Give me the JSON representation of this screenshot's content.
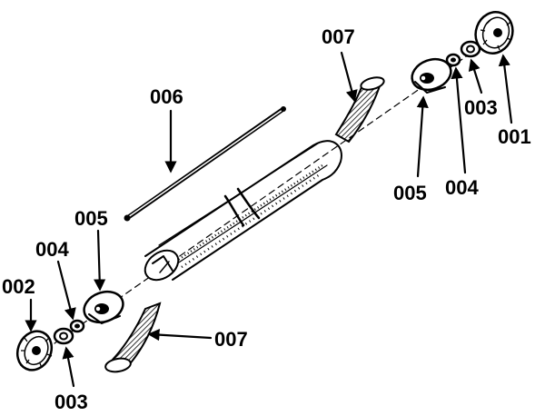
{
  "diagram": {
    "parts": [
      {
        "id": "p001",
        "number": "001"
      },
      {
        "id": "p002",
        "number": "002"
      },
      {
        "id": "p003_top",
        "number": "003"
      },
      {
        "id": "p003_bottom",
        "number": "003"
      },
      {
        "id": "p004_top",
        "number": "004"
      },
      {
        "id": "p004_bottom",
        "number": "004"
      },
      {
        "id": "p005_top",
        "number": "005"
      },
      {
        "id": "p005_bottom",
        "number": "005"
      },
      {
        "id": "p006",
        "number": "006"
      },
      {
        "id": "p007_top",
        "number": "007"
      },
      {
        "id": "p007_bottom",
        "number": "007"
      }
    ],
    "line_color": "#000000",
    "background": "#ffffff"
  }
}
